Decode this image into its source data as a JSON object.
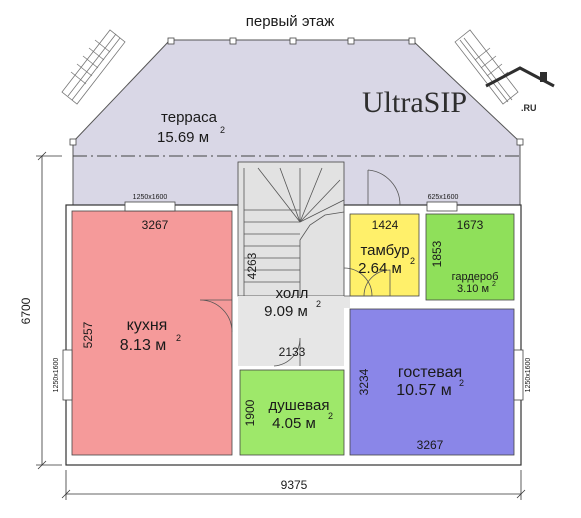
{
  "title": "первый этаж",
  "logo": {
    "main": "UltraSIP",
    "suffix": ".RU"
  },
  "colors": {
    "terrace": "#d9d7e6",
    "kitchen": "#f59a9a",
    "hall": "#e6e6e6",
    "vestibule": "#fff06a",
    "wardrobe": "#8fe05a",
    "guest": "#8a86e8",
    "shower": "#9ee86a",
    "wall": "#ffffff",
    "wall_stroke": "#333333"
  },
  "rooms": {
    "terrace": {
      "name": "терраса",
      "area": "15.69 м",
      "sup": "2"
    },
    "kitchen": {
      "name": "кухня",
      "area": "8.13 м",
      "sup": "2"
    },
    "hall": {
      "name": "холл",
      "area": "9.09 м",
      "sup": "2"
    },
    "vestibule": {
      "name": "тамбур",
      "area": "2.64 м",
      "sup": "2"
    },
    "wardrobe": {
      "name": "гардероб",
      "area": "3.10 м",
      "sup": "2"
    },
    "guest": {
      "name": "гостевая",
      "area": "10.57 м",
      "sup": "2"
    },
    "shower": {
      "name": "душевая",
      "area": "4.05 м",
      "sup": "2"
    }
  },
  "dims": {
    "total_width": "9375",
    "total_height": "6700",
    "kitchen_width": "3267",
    "kitchen_height": "5257",
    "stair_height": "4263",
    "vestibule_width": "1424",
    "vestibule_height": "1853",
    "wardrobe_width": "1673",
    "hall_width": "2133",
    "shower_height": "1900",
    "guest_height": "3234",
    "guest_width": "3267"
  },
  "windows": {
    "w_top_left": "1250x1600",
    "w_top_right": "625x1600",
    "w_left": "1250x1600",
    "w_right": "1250x1600"
  }
}
